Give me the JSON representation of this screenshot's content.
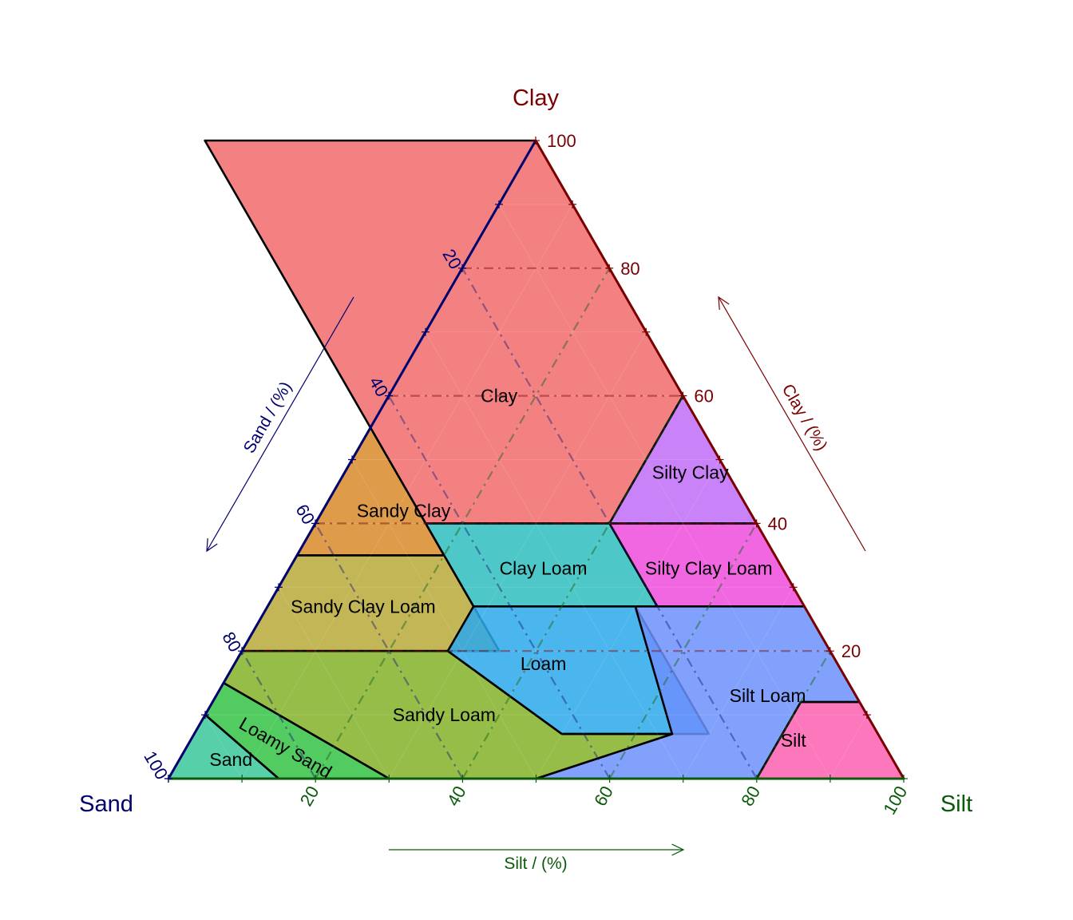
{
  "chart_data": {
    "type": "ternary",
    "corners": {
      "clay": {
        "label": "Clay",
        "color": "#7a0000"
      },
      "sand": {
        "label": "Sand",
        "color": "#00006e"
      },
      "silt": {
        "label": "Silt",
        "color": "#0a5a0a"
      }
    },
    "axes": {
      "clay": {
        "title": "Clay / (%)",
        "ticks": [
          "20",
          "40",
          "60",
          "80",
          "100"
        ],
        "color": "#7a0000"
      },
      "sand": {
        "title": "Sand / (%)",
        "ticks": [
          "20",
          "40",
          "60",
          "80",
          "100"
        ],
        "color": "#00006e"
      },
      "silt": {
        "title": "Silt / (%)",
        "ticks": [
          "20",
          "40",
          "60",
          "80",
          "100"
        ],
        "color": "#0a5a0a"
      }
    },
    "range": [
      0,
      100
    ],
    "grid": true,
    "regions": [
      {
        "name": "Clay",
        "color": "#f26b6b",
        "points": [
          [
            45,
            100
          ],
          [
            45,
            40
          ],
          [
            20,
            40
          ],
          [
            0,
            60
          ],
          [
            0,
            100
          ]
        ],
        "label_at": [
          25,
          60
        ]
      },
      {
        "name": "Sandy Clay",
        "color": "#d88a2a",
        "points": [
          [
            45,
            35
          ],
          [
            45,
            55
          ],
          [
            65,
            35
          ]
        ],
        "label_at": [
          47,
          42
        ]
      },
      {
        "name": "Silty Clay",
        "color": "#c06cf6",
        "points": [
          [
            0,
            40
          ],
          [
            0,
            60
          ],
          [
            20,
            40
          ]
        ],
        "label_at": [
          5,
          48
        ]
      },
      {
        "name": "Clay Loam",
        "color": "#2ebdbd",
        "points": [
          [
            20,
            40
          ],
          [
            45,
            40
          ],
          [
            45,
            27
          ],
          [
            20,
            27
          ]
        ],
        "label_at": [
          32.5,
          33
        ]
      },
      {
        "name": "Silty Clay Loam",
        "color": "#ee4cdc",
        "points": [
          [
            0,
            27
          ],
          [
            0,
            40
          ],
          [
            20,
            40
          ],
          [
            20,
            27
          ]
        ],
        "label_at": [
          10,
          33
        ]
      },
      {
        "name": "Sandy Clay Loam",
        "color": "#b9a93a",
        "points": [
          [
            45,
            20
          ],
          [
            45,
            35
          ],
          [
            65,
            35
          ],
          [
            80,
            20
          ],
          [
            52,
            20
          ]
        ],
        "label_at": [
          60,
          27
        ]
      },
      {
        "name": "Loam",
        "color": "#2ba8ea",
        "points": [
          [
            23,
            27
          ],
          [
            45,
            27
          ],
          [
            52,
            20
          ],
          [
            43,
            7
          ],
          [
            23,
            7
          ]
        ],
        "label_at": [
          40,
          18
        ]
      },
      {
        "name": "Silt Loam",
        "color": "#6b91fb",
        "points": [
          [
            0,
            12
          ],
          [
            8,
            12
          ],
          [
            20,
            0
          ],
          [
            50,
            0
          ],
          [
            28,
            7
          ],
          [
            23,
            27
          ],
          [
            0,
            27
          ]
        ],
        "label_at": [
          12,
          13
        ]
      },
      {
        "name": "Silt",
        "color": "#fb5fb0",
        "points": [
          [
            8,
            12
          ],
          [
            20,
            0
          ],
          [
            0,
            0
          ],
          [
            0,
            12
          ]
        ],
        "label_at": [
          12,
          6
        ]
      },
      {
        "name": "Sandy Loam",
        "color": "#82b128",
        "points": [
          [
            43,
            7
          ],
          [
            52,
            20
          ],
          [
            80,
            20
          ],
          [
            85,
            15
          ],
          [
            70,
            0
          ],
          [
            50,
            0
          ],
          [
            28,
            7
          ]
        ],
        "label_at": [
          57.5,
          10
        ]
      },
      {
        "name": "Loamy Sand",
        "color": "#34c345",
        "points": [
          [
            70,
            0
          ],
          [
            85,
            15
          ],
          [
            90,
            10
          ],
          [
            85,
            0
          ]
        ],
        "label_at": [
          82,
          5
        ]
      },
      {
        "name": "Sand",
        "color": "#3ac79a",
        "points": [
          [
            85,
            0
          ],
          [
            90,
            10
          ],
          [
            100,
            0
          ]
        ],
        "label_at": [
          90,
          3
        ]
      }
    ]
  }
}
